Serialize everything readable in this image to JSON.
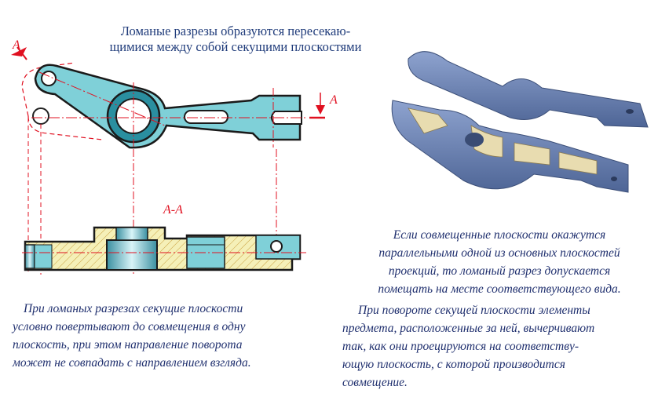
{
  "title": {
    "line1": "Ломаные разрезы образуются пересекаю-",
    "line2": "щимися между собой секущими плоскостями"
  },
  "labels": {
    "plane_top_left": "А",
    "plane_right": "А",
    "section_name": "А-А"
  },
  "captions": {
    "left": [
      "При ломаных разрезах секущие плоскости",
      "условно повертывают до совмещения в одну",
      "плоскость, при этом направление поворота",
      "может не совпадать с направлением взгляда."
    ],
    "right_top": [
      "Если совмещенные плоскости окажутся",
      "параллельными одной из основных плоскостей",
      "проекций, то ломаный разрез допускается",
      "помещать на месте соответствующего вида."
    ],
    "right_bottom": [
      "При повороте секущей плоскости элементы",
      "предмета, расположенные за ней, вычерчивают",
      "так, как они проецируются на соответству-",
      "ющую плоскость, с которой производится",
      "совмещение."
    ]
  },
  "colors": {
    "text": "#1f2f6e",
    "title": "#1f3b7a",
    "cut_lines": "#e01020",
    "part_fill": "#7fd0d8",
    "hatch_fill": "#f5f0b8",
    "model_fill": "#6f86b4",
    "model_cut": "#e8dcb0"
  }
}
